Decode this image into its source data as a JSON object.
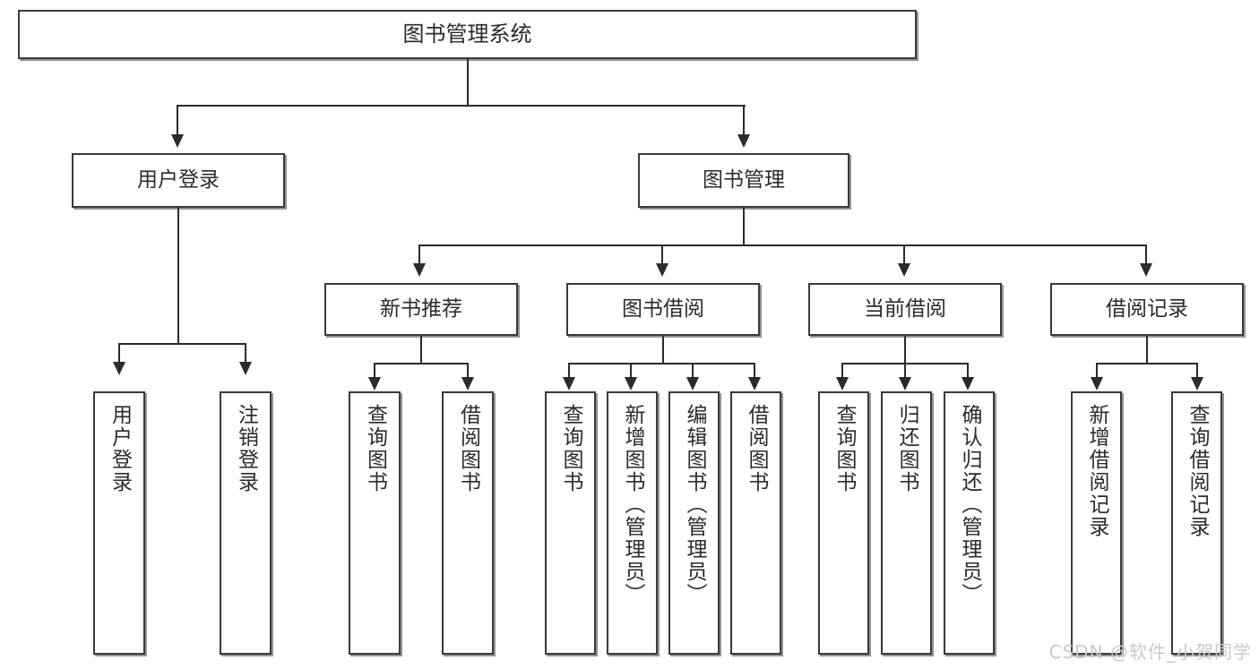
{
  "diagram": {
    "title": "图书管理系统",
    "watermark": "CSDN @软件_小贺同学",
    "root": {
      "label": "图书管理系统"
    },
    "level2": [
      {
        "label": "用户登录"
      },
      {
        "label": "图书管理"
      }
    ],
    "level3": [
      {
        "label": "新书推荐"
      },
      {
        "label": "图书借阅"
      },
      {
        "label": "当前借阅"
      },
      {
        "label": "借阅记录"
      }
    ],
    "leaves": [
      {
        "label": "用户登录"
      },
      {
        "label": "注销登录"
      },
      {
        "label": "查询图书"
      },
      {
        "label": "借阅图书"
      },
      {
        "label": "查询图书"
      },
      {
        "label": "新增图书（管理员）"
      },
      {
        "label": "编辑图书（管理员）"
      },
      {
        "label": "借阅图书"
      },
      {
        "label": "查询图书"
      },
      {
        "label": "归还图书"
      },
      {
        "label": "确认归还（管理员）"
      },
      {
        "label": "新增借阅记录"
      },
      {
        "label": "查询借阅记录"
      }
    ],
    "colors": {
      "stroke": "#2b2b2b",
      "fill": "#ffffff",
      "text": "#2b2b2b",
      "watermark": "#c9c9c9"
    }
  }
}
